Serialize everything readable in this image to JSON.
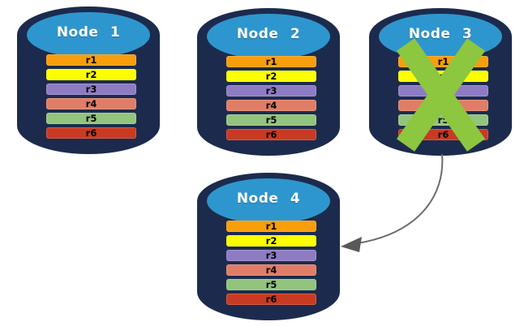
{
  "diagram": {
    "description": "Database replication diagram: four node cylinders with replicated rows, Node 3 failed, data re-replicated to Node 4",
    "nodes": [
      {
        "label": "Node 1",
        "status": "active"
      },
      {
        "label": "Node 2",
        "status": "active"
      },
      {
        "label": "Node 3",
        "status": "failed"
      },
      {
        "label": "Node 4",
        "status": "active"
      }
    ],
    "rows": [
      {
        "label": "r1",
        "color": "#F99E0B"
      },
      {
        "label": "r2",
        "color": "#FDFF00"
      },
      {
        "label": "r3",
        "color": "#8E7CC3"
      },
      {
        "label": "r4",
        "color": "#E07D66"
      },
      {
        "label": "r5",
        "color": "#93C47D"
      },
      {
        "label": "r6",
        "color": "#C93A22"
      }
    ],
    "colors": {
      "cylinder_body": "#1C2B4D",
      "cylinder_top": "#2E96CE",
      "x_mark": "#8DC63F",
      "arrow_line": "#6b6b6b",
      "arrow_head": "#595959"
    }
  }
}
